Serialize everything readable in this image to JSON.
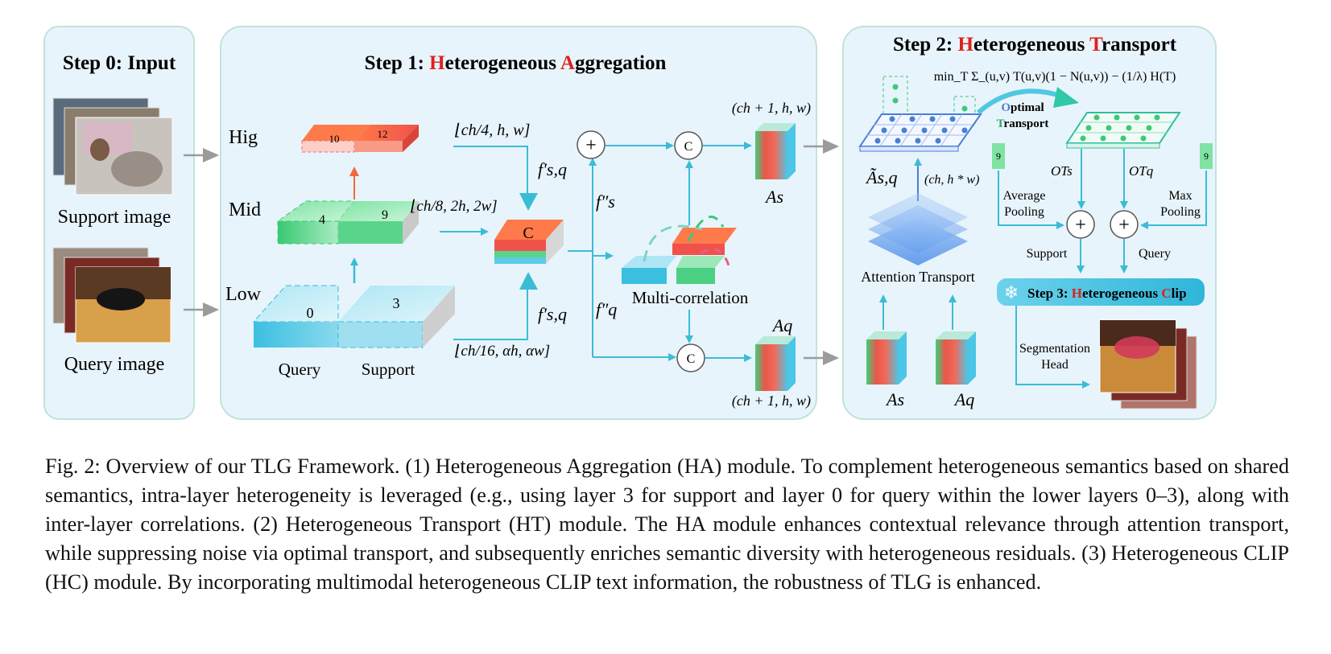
{
  "step0": {
    "title": "Step 0: Input",
    "support_label": "Support image",
    "query_label": "Query image"
  },
  "step1": {
    "title_prefix": "Step 1: ",
    "title_h": "H",
    "title_mid": "eterogeneous ",
    "title_a": "A",
    "title_rest": "ggregation",
    "levels": {
      "high": "Hig",
      "mid": "Mid",
      "low": "Low"
    },
    "blocks": {
      "b10": "10",
      "b12": "12",
      "b4": "4",
      "b9": "9",
      "b0": "0",
      "b3": "3"
    },
    "under_labels": {
      "query": "Query",
      "support": "Support"
    },
    "dims": {
      "high": "⌊ch/4, h, w]",
      "mid": "⌊ch/8, 2h, 2w]",
      "low": "⌊ch/16, αh, αw]"
    },
    "concat_label": "C",
    "f_sq_top": "f′s,q",
    "f_sq_bottom": "f′s,q",
    "f_s": "f″s",
    "f_q": "f″q",
    "plus": "+",
    "c": "C",
    "multicorr": "Multi-correlation",
    "As": "As",
    "Aq": "Aq",
    "out_dim_top": "(ch + 1, h, w)",
    "out_dim_bottom": "(ch + 1, h, w)"
  },
  "step2": {
    "title_prefix": "Step 2: ",
    "title_h": "H",
    "title_mid": "eterogeneous ",
    "title_t": "T",
    "title_rest": "ransport",
    "formula": "min_T Σ_(u,v) T(u,v)(1 − N(u,v)) − (1/λ) H(T)",
    "ot_o": "O",
    "ot_rest1": "ptimal",
    "ot_t": "T",
    "ot_rest2": "ransport",
    "Asq": "Ãs,q",
    "Asq_dim": "(ch, h * w)",
    "attention_transport": "Attention Transport",
    "ot_s": "OTs",
    "ot_q": "OTq",
    "avg_pool_1": "Average",
    "avg_pool_2": "Pooling",
    "max_pool_1": "Max",
    "max_pool_2": "Pooling",
    "nine_left": "9",
    "nine_right": "9",
    "support": "Support",
    "query": "Query",
    "As": "As",
    "Aq": "Aq"
  },
  "step3": {
    "prefix": "Step 3:  ",
    "h": "H",
    "mid": "eterogeneous ",
    "c": "C",
    "rest": "lip",
    "seg_head_1": "Segmentation",
    "seg_head_2": "Head"
  },
  "caption": "Fig. 2: Overview of our TLG Framework. (1) Heterogeneous Aggregation (HA) module. To complement heterogeneous semantics based on shared semantics, intra-layer heterogeneity is leveraged (e.g., using layer 3 for support and layer 0 for query within the lower layers 0–3), along with inter-layer correlations. (2) Heterogeneous Transport (HT) module. The HA module enhances contextual relevance through attention transport, while suppressing noise via optimal transport, and subsequently enriches semantic diversity with heterogeneous residuals. (3) Heterogeneous CLIP (HC) module. By incorporating multimodal heterogeneous CLIP text information, the robustness of TLG is enhanced.",
  "colors": {
    "panel_bg": "#e8f4fb",
    "panel_border": "#bfe3dc",
    "accent_red": "#e0201b",
    "arrow": "#3bbcd6",
    "grey_arrow": "#9b9b9b"
  }
}
